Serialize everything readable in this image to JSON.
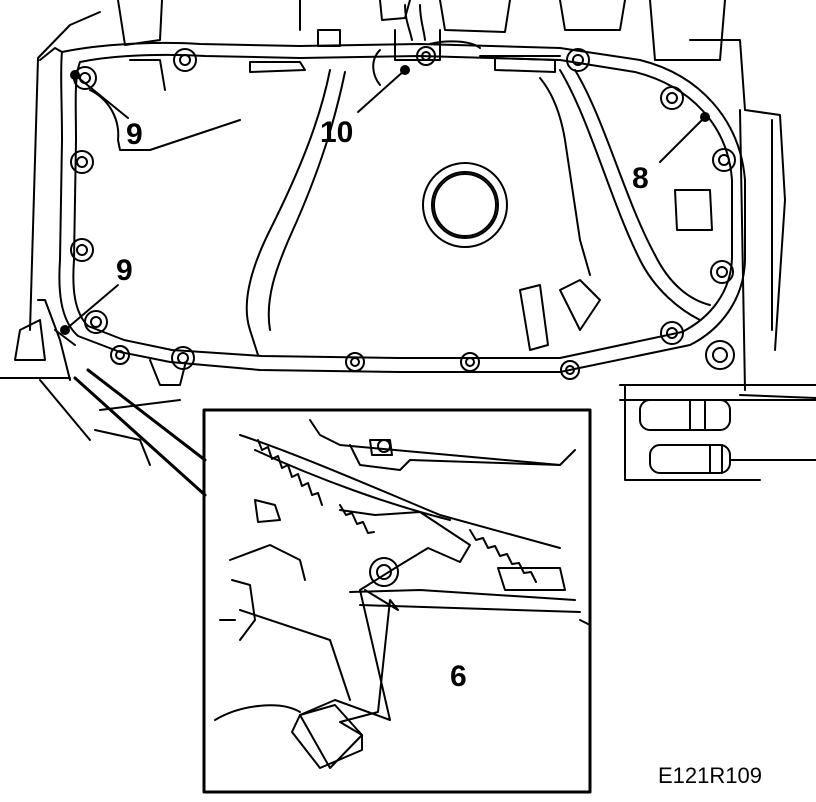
{
  "figure": {
    "code": "E121R109",
    "callouts": {
      "left_top": "9",
      "left_bottom": "9",
      "center_top": "10",
      "right": "8",
      "inset": "6"
    }
  },
  "colors": {
    "ink": "#000000",
    "paper": "#ffffff"
  }
}
